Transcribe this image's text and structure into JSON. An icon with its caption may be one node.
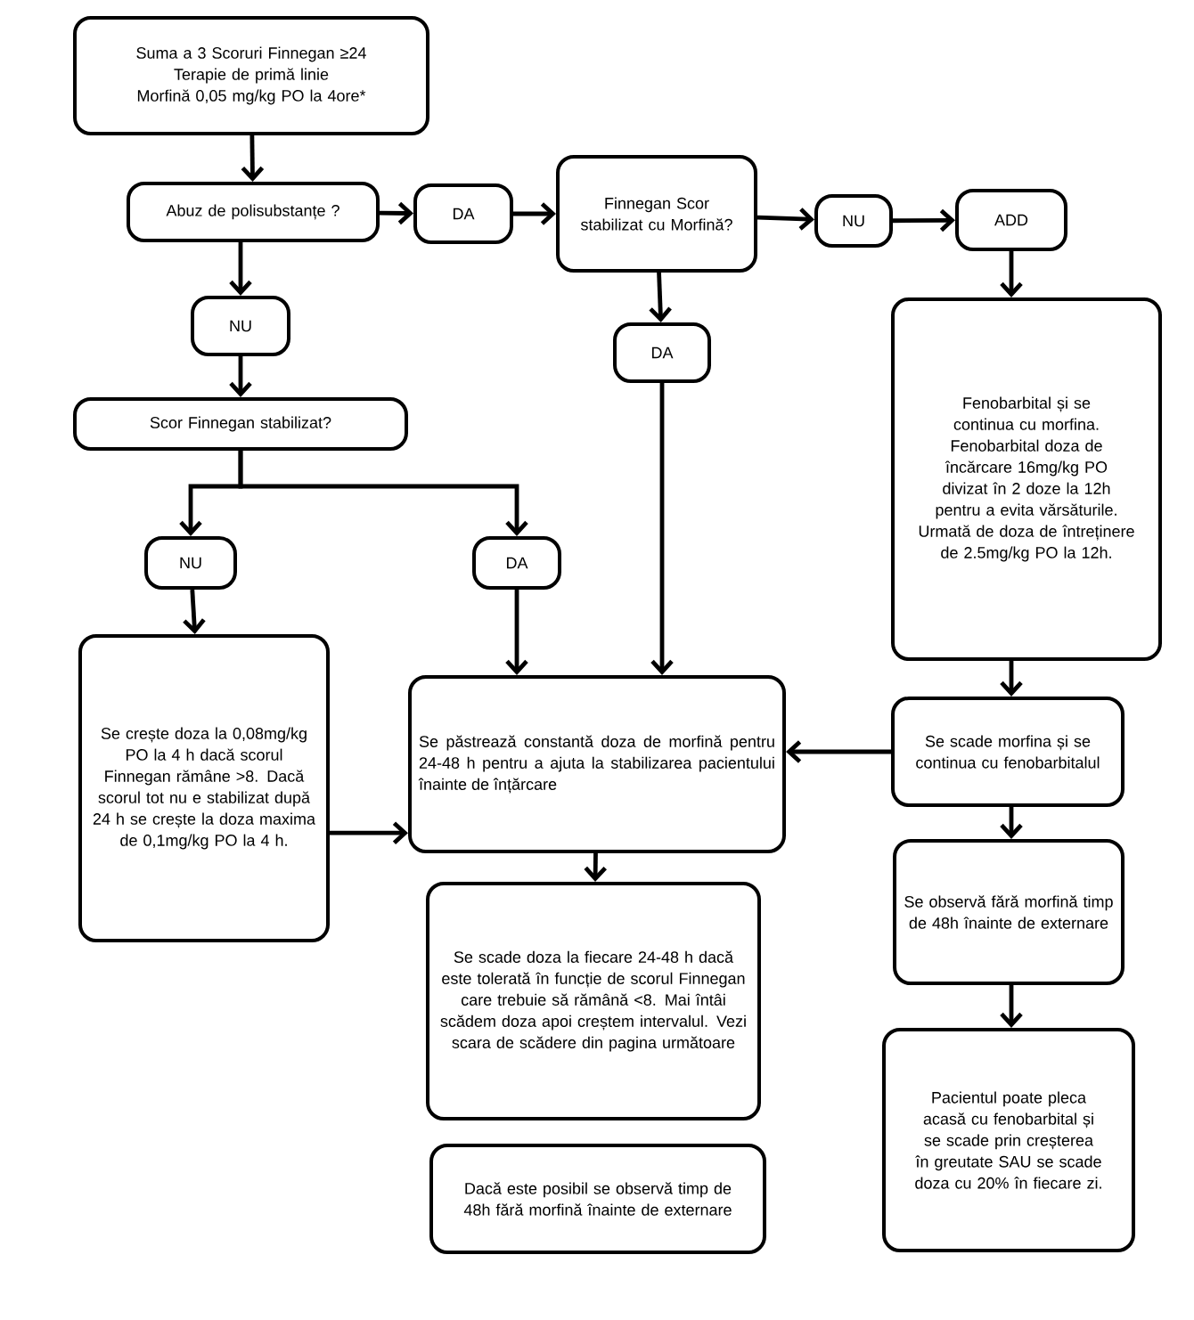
{
  "diagram": {
    "nodes": [
      {
        "text": [
          "Suma a 3 Scoruri Finnegan ≥24",
          "Terapie de primă linie",
          "Morfină 0,05 mg/kg PO la 4ore*"
        ]
      },
      {
        "text": [
          "Abuz de polisubstanțe ?"
        ]
      },
      {
        "text": [
          "DA"
        ]
      },
      {
        "text": [
          "Finnegan Scor stabilizat cu Morfină?"
        ]
      },
      {
        "text": [
          "NU"
        ]
      },
      {
        "text": [
          "ADD"
        ]
      },
      {
        "text": [
          "DA"
        ]
      },
      {
        "text": [
          "NU"
        ]
      },
      {
        "text": [
          "Scor Finnegan stabilizat?"
        ]
      },
      {
        "text": [
          "NU"
        ]
      },
      {
        "text": [
          "DA"
        ]
      },
      {
        "text": [
          "Se crește doza la 0,08mg/kg PO la 4 h dacă scorul Finnegan rămâne >8. Dacă scorul tot nu e stabilizat după 24 h se crește la doza maxima de 0,1mg/kg PO la 4 h."
        ]
      },
      {
        "text": [
          "Se păstrează constantă doza de morfină pentru 24-48 h pentru a ajuta la stabilizarea pacientului înainte de înțărcare"
        ]
      },
      {
        "text": [
          "Fenobarbital și se continua cu morfina.",
          "Fenobarbital doza de încărcare 16mg/kg PO divizat în 2 doze la 12h",
          "pentru a evita vărsăturile.",
          "Urmată de doza de întreținere de 2.5mg/kg PO la 12h."
        ]
      },
      {
        "text": [
          "Se scade morfina și se continua cu fenobarbitalul"
        ]
      },
      {
        "text": [
          "Se observă fără morfină timp de 48h înainte de externare"
        ]
      },
      {
        "text": [
          "Se scade doza la fiecare 24-48 h dacă este tolerată în funcție de scorul Finnegan care trebuie să rămână <8. Mai întâi scădem doza apoi creștem intervalul. Vezi scara de scădere din pagina următoare"
        ]
      },
      {
        "text": [
          "Dacă este posibil se observă timp de 48h fără morfină înainte de externare"
        ]
      },
      {
        "text": [
          "Pacientul poate pleca acasă cu fenobarbital și se scade prin creșterea în greutate SAU se scade doza cu 20% în fiecare zi."
        ]
      }
    ],
    "edges": [
      {
        "from": 0,
        "to": 1,
        "arrow": "to"
      },
      {
        "from": 1,
        "to": 2,
        "arrow": "to"
      },
      {
        "from": 2,
        "to": 3,
        "arrow": "to"
      },
      {
        "from": 3,
        "to": 4,
        "arrow": "to"
      },
      {
        "from": 4,
        "to": 5,
        "arrow": "to"
      },
      {
        "from": 5,
        "to": 13,
        "arrow": "to"
      },
      {
        "from": 3,
        "to": 6,
        "arrow": "to"
      },
      {
        "from": 6,
        "to": 12,
        "arrow": "to"
      },
      {
        "from": 1,
        "to": 7,
        "arrow": "to"
      },
      {
        "from": 7,
        "to": 8,
        "arrow": "to"
      },
      {
        "from": 8,
        "to": 9,
        "arrow": "to"
      },
      {
        "from": 8,
        "to": 10,
        "arrow": "to"
      },
      {
        "from": 9,
        "to": 11,
        "arrow": "to"
      },
      {
        "from": 10,
        "to": 12,
        "arrow": "to"
      },
      {
        "from": 11,
        "to": 12,
        "arrow": "to"
      },
      {
        "from": 13,
        "to": 14,
        "arrow": "to"
      },
      {
        "from": 14,
        "to": 12,
        "arrow": "to"
      },
      {
        "from": 14,
        "to": 15,
        "arrow": "to"
      },
      {
        "from": 15,
        "to": 18,
        "arrow": "to"
      },
      {
        "from": 12,
        "to": 16,
        "arrow": "to"
      }
    ]
  }
}
